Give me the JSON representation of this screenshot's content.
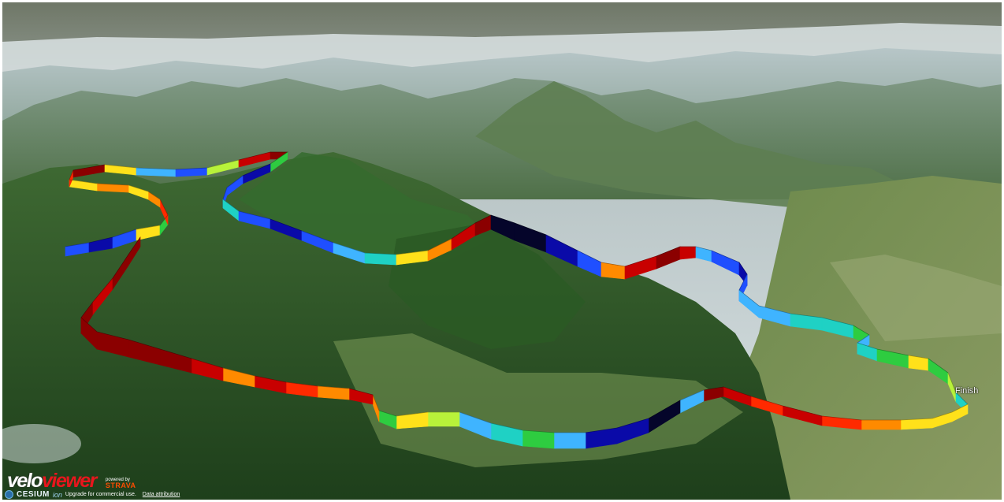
{
  "map": {
    "finish_label": "Finish",
    "route_colors": [
      "#8b0000",
      "#c80000",
      "#ff2a00",
      "#ff8a00",
      "#ffe11a",
      "#b8f23a",
      "#2ecc40",
      "#1fd1c4",
      "#3fb4ff",
      "#1f4fff",
      "#0a0aa8",
      "#05052a"
    ]
  },
  "branding": {
    "velo_part1": "velo",
    "velo_part2": "viewer",
    "powered_by": "powered by",
    "strava": "STRAVA",
    "cesium": "CESIUM",
    "ion": "ion",
    "upgrade_text": "Upgrade for commercial use.",
    "attribution_link": "Data attribution"
  }
}
